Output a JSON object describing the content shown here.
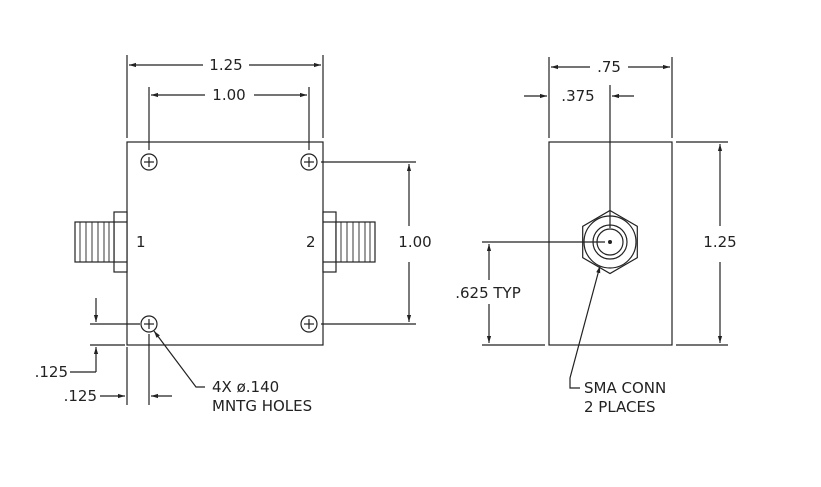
{
  "dims": {
    "width_front": "1.25",
    "hole_spacing_horizontal": "1.00",
    "hole_spacing_vertical": "1.00",
    "hole_offset_y": ".125",
    "hole_offset_x": ".125",
    "depth_side": ".75",
    "conn_offset": ".375",
    "height_side": "1.25",
    "conn_height": ".625 TYP"
  },
  "port_labels": {
    "port1": "1",
    "port2": "2"
  },
  "notes": {
    "holes_line1": "4X ø.140",
    "holes_line2": "MNTG HOLES",
    "conn_line1": "SMA CONN",
    "conn_line2": "2 PLACES"
  },
  "colors": {
    "line": "#222222",
    "background": "#ffffff"
  }
}
